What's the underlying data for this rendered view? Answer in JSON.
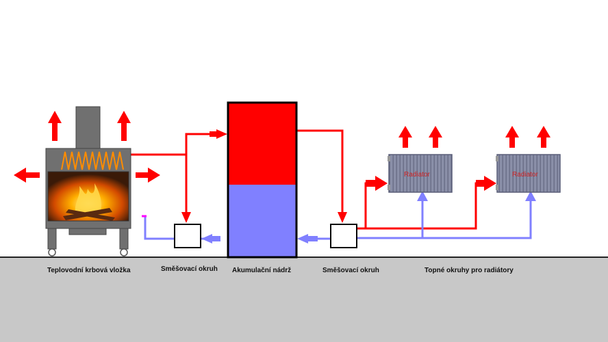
{
  "labels": {
    "fireplace": "Teplovodní krbová vložka",
    "mixing_left": "Směšovací okruh",
    "tank": "Akumulační nádrž",
    "mixing_right": "Směšovací okruh",
    "radiator_circuits": "Topné okruhy pro radiátory"
  },
  "radiators": [
    {
      "label": "Radiator"
    },
    {
      "label": "Radiator"
    }
  ],
  "colors": {
    "hot": "#ff0000",
    "cold": "#8080ff",
    "ground": "#c8c8c8",
    "fireplace_body": "#707070",
    "coil": "#ff8c00",
    "radiator": "#8a8fa8"
  }
}
